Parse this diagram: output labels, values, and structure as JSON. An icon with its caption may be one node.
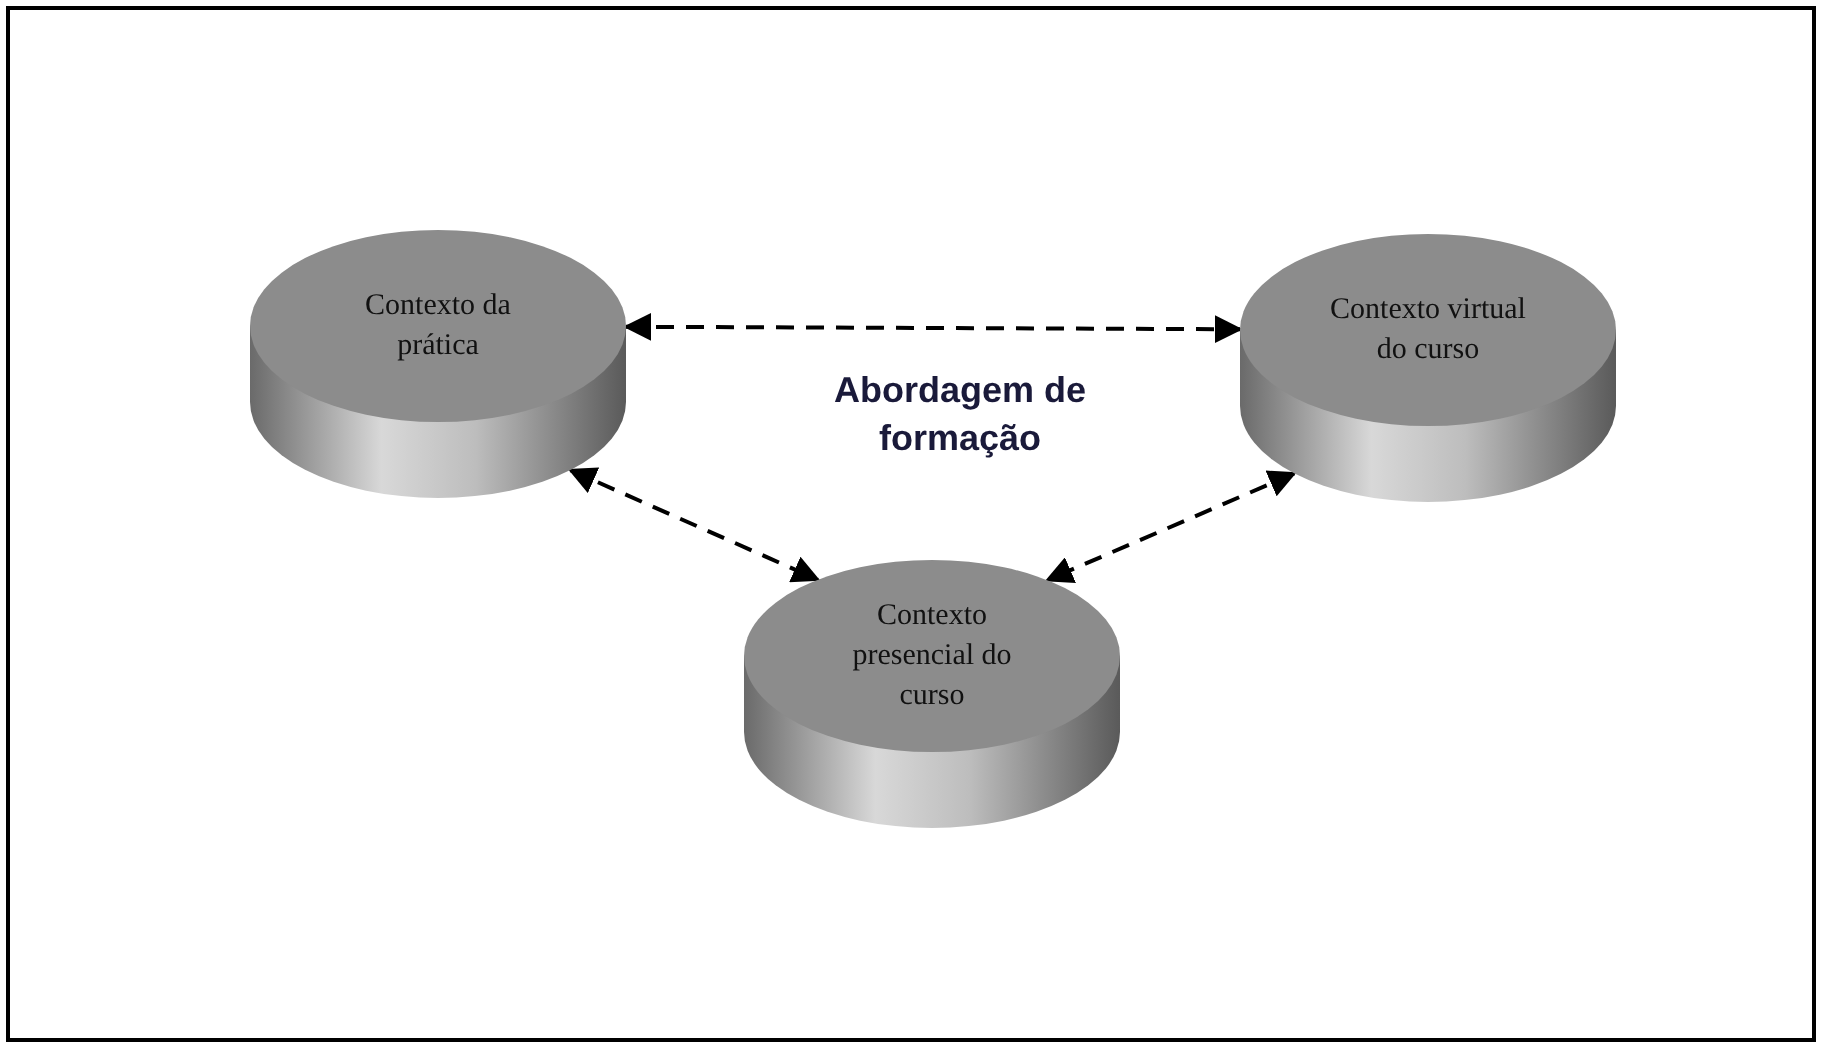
{
  "diagram": {
    "nodes": [
      {
        "text": [
          "Contexto da prática"
        ]
      },
      {
        "text": [
          "Contexto virtual do curso"
        ]
      },
      {
        "text": [
          "Contexto presencial do curso"
        ]
      }
    ],
    "edges": [
      {
        "from": 0,
        "to": 1,
        "arrow": "both",
        "style": "dashed"
      },
      {
        "from": 0,
        "to": 2,
        "arrow": "both",
        "style": "dashed"
      },
      {
        "from": 1,
        "to": 2,
        "arrow": "both",
        "style": "dashed"
      }
    ],
    "labels": [
      "Abordagem de formação"
    ]
  }
}
